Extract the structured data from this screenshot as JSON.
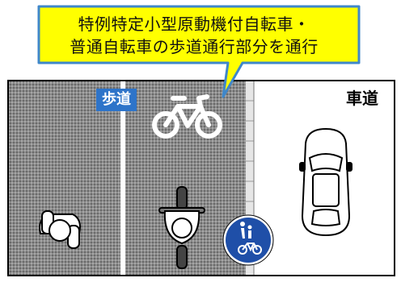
{
  "callout": {
    "line1": "特例特定小型原動機付自転車・",
    "line2": "普通自転車の歩道通行部分を通行"
  },
  "labels": {
    "sidewalk": "歩道",
    "roadway": "車道"
  },
  "colors": {
    "callout_fill": "#ffff00",
    "callout_border": "#3f87ca",
    "sidewalk_label_bg": "#2e74c9",
    "sign_blue": "#1f4fa8"
  }
}
